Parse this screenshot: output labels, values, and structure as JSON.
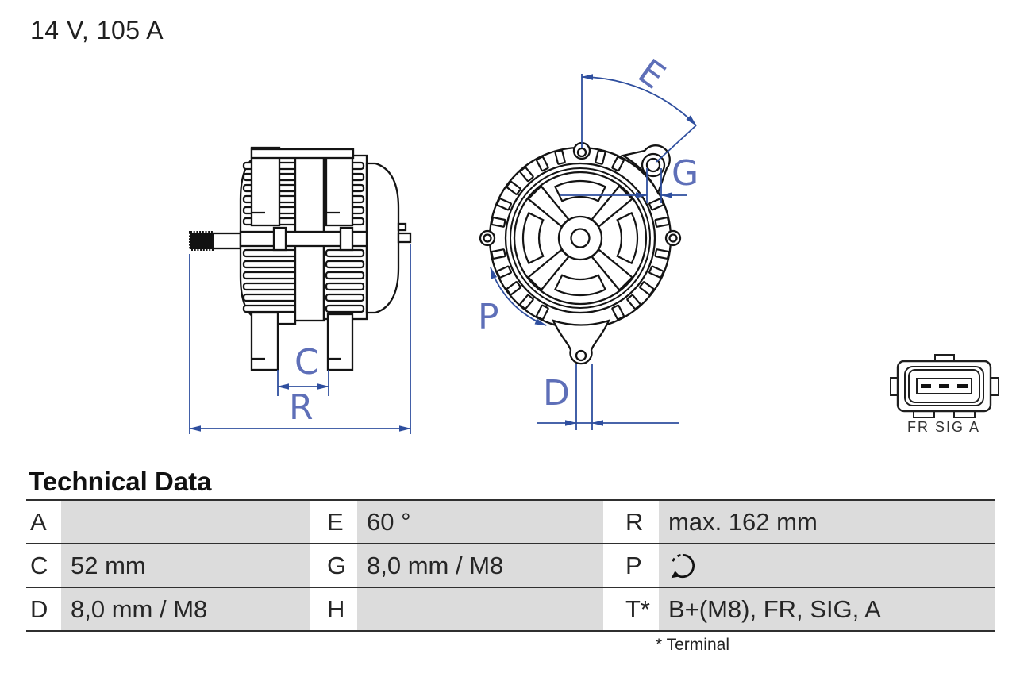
{
  "header": {
    "rating_label": "14 V, 105 A"
  },
  "diagram": {
    "colors": {
      "dimension_line": "#2e4e9e",
      "dimension_label": "#5e6fb8",
      "drawing_line": "#141414"
    },
    "labels": {
      "E": "E",
      "G": "G",
      "P": "P",
      "D": "D",
      "C": "C",
      "R": "R"
    },
    "connector_label": "FR SIG A"
  },
  "technical_data": {
    "title": "Technical Data",
    "rows": [
      {
        "cells": [
          {
            "k": "A",
            "v": ""
          },
          {
            "k": "E",
            "v": "60 °"
          },
          {
            "k": "R",
            "v": "max. 162 mm"
          }
        ]
      },
      {
        "cells": [
          {
            "k": "C",
            "v": "52 mm"
          },
          {
            "k": "G",
            "v": "8,0 mm / M8"
          },
          {
            "k": "P",
            "v": "",
            "icon": "rotation-direction-arrow"
          }
        ]
      },
      {
        "cells": [
          {
            "k": "D",
            "v": "8,0 mm / M8"
          },
          {
            "k": "H",
            "v": ""
          },
          {
            "k": "T*",
            "v": "B+(M8), FR, SIG, A"
          }
        ]
      }
    ],
    "footnote": "* Terminal"
  }
}
